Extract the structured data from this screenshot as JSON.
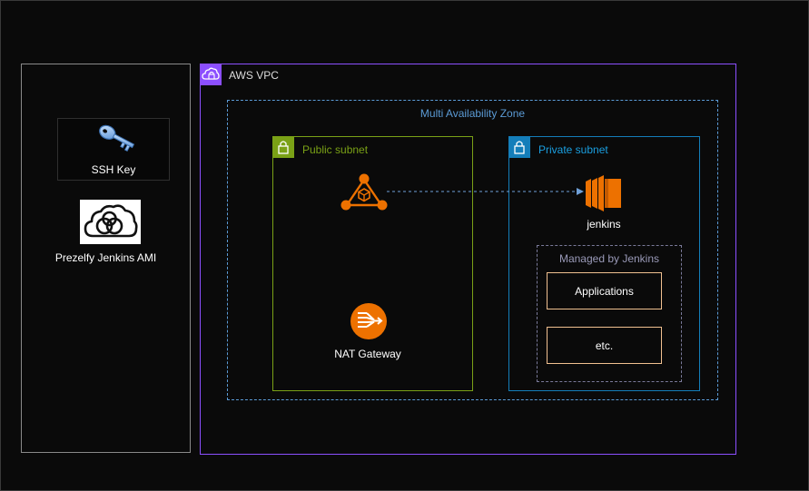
{
  "left_panel": {
    "ssh_key_label": "SSH Key",
    "ami_label": "Prezelfy Jenkins AMI"
  },
  "vpc": {
    "label": "AWS VPC",
    "color": "#8c4fff"
  },
  "availability_zone": {
    "label": "Multi Availability Zone",
    "color": "#5b9bd5"
  },
  "public_subnet": {
    "label": "Public subnet",
    "color": "#7aa116",
    "nat_gateway_label": "NAT Gateway",
    "endpoint_icon": "api-gateway-endpoint-icon"
  },
  "private_subnet": {
    "label": "Private subnet",
    "color": "#147eba",
    "jenkins_label": "jenkins",
    "managed_group": {
      "label": "Managed by Jenkins",
      "items": [
        "Applications",
        "etc."
      ]
    }
  },
  "colors": {
    "aws_orange": "#ed7100",
    "item_border": "#f0c090"
  }
}
